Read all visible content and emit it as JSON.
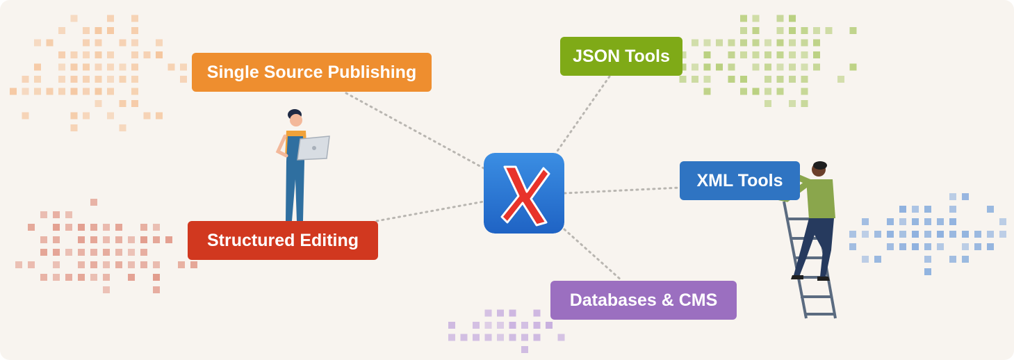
{
  "nodes": {
    "single_source": {
      "label": "Single Source Publishing",
      "color": "#ee8e2f"
    },
    "structured": {
      "label": "Structured Editing",
      "color": "#d1381f"
    },
    "json": {
      "label": "JSON Tools",
      "color": "#7faa17"
    },
    "xml": {
      "label": "XML Tools",
      "color": "#2f74c2"
    },
    "db": {
      "label": "Databases & CMS",
      "color": "#9b6fc0"
    }
  },
  "center": {
    "icon": "oxygen-x-logo-icon",
    "accent": "#e8332a",
    "bg": "#2f80d8"
  },
  "pixel_colors": {
    "orange": "#f5c7a0",
    "red": "#e29b8b",
    "green": "#b8cf7d",
    "blue": "#8db0de",
    "purple": "#c9b1df"
  },
  "background": "#f8f4ef",
  "connector_color": "#b9b6b1"
}
